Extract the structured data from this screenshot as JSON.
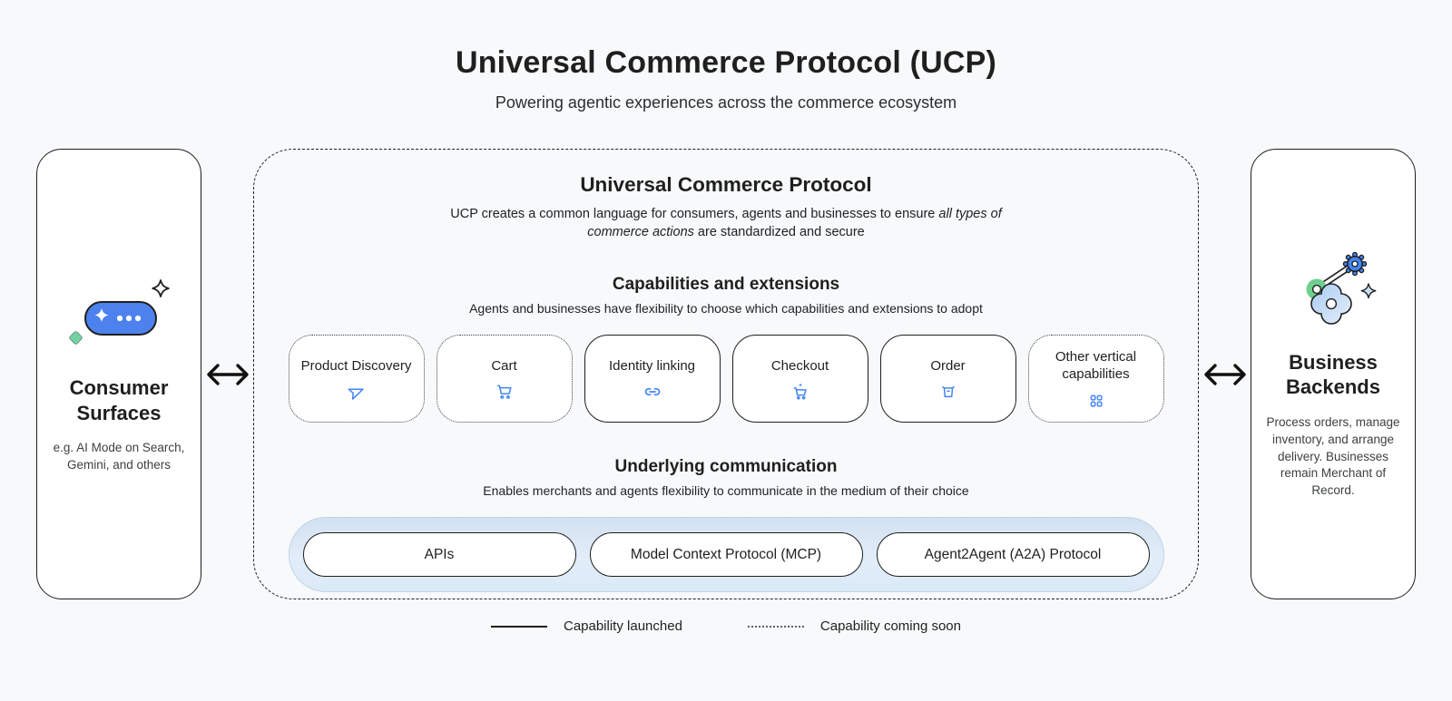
{
  "page": {
    "title": "Universal Commerce Protocol (UCP)",
    "subtitle": "Powering agentic experiences across the commerce ecosystem"
  },
  "consumer_surfaces": {
    "title": "Consumer Surfaces",
    "description": "e.g. AI Mode on Search, Gemini, and others",
    "icon": "chat-sparkle-icon"
  },
  "business_backends": {
    "title": "Business Backends",
    "description": "Process orders, manage inventory, and arrange delivery. Businesses remain Merchant of Record.",
    "icon": "gears-icon"
  },
  "ucp_panel": {
    "title": "Universal Commerce Protocol",
    "description_prefix": "UCP creates a common language for consumers, agents and businesses to ensure ",
    "description_italic": "all types of commerce actions",
    "description_suffix": " are standardized and secure",
    "capabilities": {
      "title": "Capabilities and extensions",
      "subtitle": "Agents and businesses have flexibility to choose which capabilities and extensions to adopt",
      "items": [
        {
          "label": "Product Discovery",
          "icon": "send-icon",
          "status": "coming-soon"
        },
        {
          "label": "Cart",
          "icon": "cart-icon",
          "status": "coming-soon"
        },
        {
          "label": "Identity linking",
          "icon": "link-icon",
          "status": "launched"
        },
        {
          "label": "Checkout",
          "icon": "cart-checkout-icon",
          "status": "launched"
        },
        {
          "label": "Order",
          "icon": "order-box-icon",
          "status": "launched"
        },
        {
          "label": "Other vertical capabilities",
          "icon": "apps-grid-icon",
          "status": "coming-soon"
        }
      ]
    },
    "communication": {
      "title": "Underlying communication",
      "subtitle": "Enables merchants and agents flexibility to communicate in the medium of their choice",
      "items": [
        {
          "label": "APIs"
        },
        {
          "label": "Model Context Protocol (MCP)"
        },
        {
          "label": "Agent2Agent (A2A) Protocol"
        }
      ]
    }
  },
  "legend": {
    "launched_label": "Capability launched",
    "coming_soon_label": "Capability coming soon"
  },
  "colors": {
    "accent_blue": "#4285f4",
    "pill_blue": "#4d82ee",
    "green": "#74d1a4",
    "comm_container_blue": "#dbe8f6",
    "background": "#f7f9fa",
    "text_primary": "#1f1f1f"
  }
}
